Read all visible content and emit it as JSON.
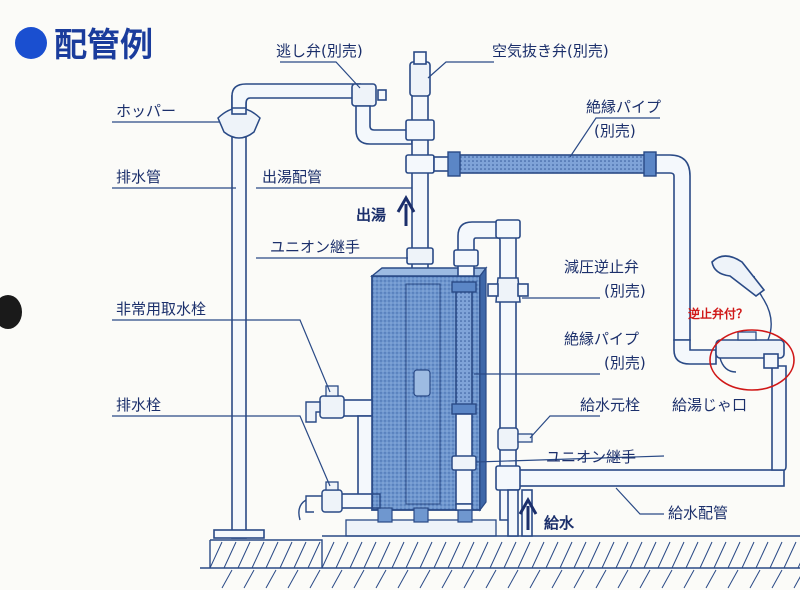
{
  "title": "配管例",
  "colors": {
    "line": "#2a4a86",
    "text": "#1b2f6b",
    "title": "#1a3c9c",
    "tank": "#5b86c6",
    "note": "#d01818"
  },
  "labels": {
    "relief_valve": "逃し弁(別売)",
    "air_vent_valve": "空気抜き弁(別売)",
    "hopper": "ホッパー",
    "insulated_pipe_top": "絶縁パイプ",
    "insulated_pipe_top_note": "(別売)",
    "drain_pipe": "排水管",
    "hot_outlet_pipe": "出湯配管",
    "hot_outlet": "出湯",
    "union_joint_top": "ユニオン継手",
    "pressure_check_valve": "減圧逆止弁",
    "pressure_check_valve_note": "(別売)",
    "emergency_tap": "非常用取水栓",
    "insulated_pipe_mid": "絶縁パイプ",
    "insulated_pipe_mid_note": "(別売)",
    "drain_tap": "排水栓",
    "main_supply_valve": "給水元栓",
    "hot_faucet": "給湯じゃ口",
    "union_joint_bottom": "ユニオン継手",
    "supply_pipe": "給水配管",
    "water_supply": "給水",
    "check_valve_question": "逆止弁付？"
  }
}
